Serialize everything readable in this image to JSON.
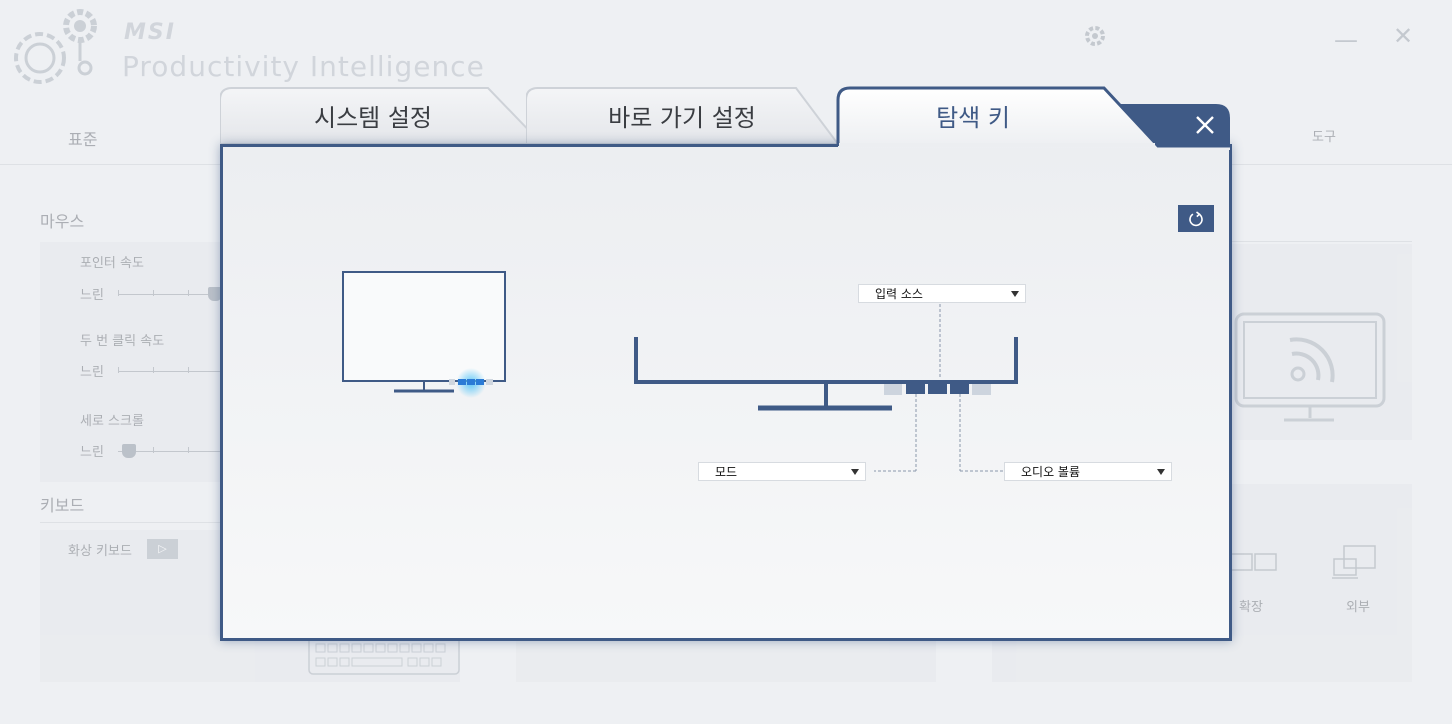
{
  "app": {
    "brand": "MSI",
    "title": "Productivity Intelligence"
  },
  "background": {
    "tab_standard": "표준",
    "tab_tools": "도구",
    "mouse_section": "마우스",
    "pointer_speed": "포인터 속도",
    "pointer_slow": "느린",
    "double_click_speed": "두 번 클릭 속도",
    "double_click_slow": "느린",
    "vertical_scroll": "세로 스크롤",
    "scroll_slow": "느린",
    "keyboard_section": "키보드",
    "onscreen_keyboard": "화상 키보드",
    "extend": "확장",
    "external": "외부"
  },
  "dialog": {
    "tabs": [
      {
        "label": "시스템 설정",
        "active": false
      },
      {
        "label": "바로 가기 설정",
        "active": false
      },
      {
        "label": "탐색 키",
        "active": true
      }
    ],
    "input_source_dropdown": "입력 소스",
    "mode_dropdown": "모드",
    "audio_volume_dropdown": "오디오 볼륨"
  },
  "colors": {
    "accent": "#3f5a86",
    "highlight": "#4fc3f7"
  }
}
